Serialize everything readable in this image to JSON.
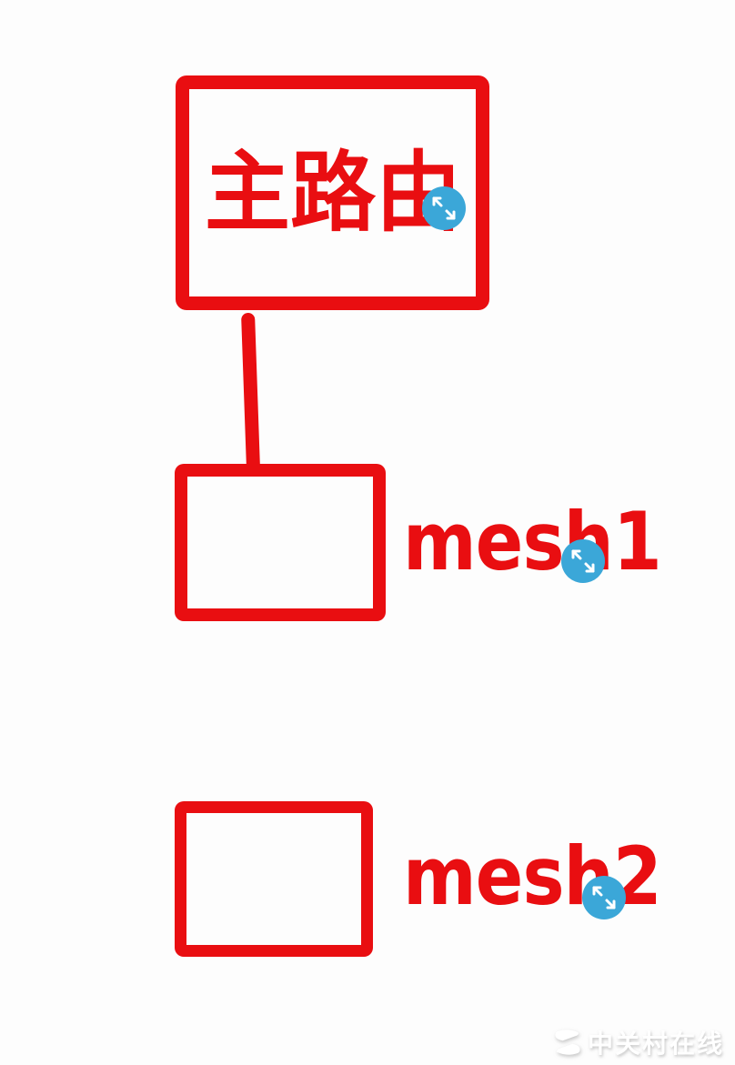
{
  "colors": {
    "canvas_bg": "#fdfdfd",
    "annotation_red": "#e90e11",
    "handle_blue": "#3ba7d8",
    "watermark_white": "#ffffff"
  },
  "nodes": {
    "main_router": {
      "label": "主路由"
    },
    "mesh1": {
      "label": "mesh1"
    },
    "mesh2": {
      "label": "mesh2"
    }
  },
  "icons": {
    "resize_handle": "↖↘",
    "watermark_logo": "zol-logo"
  },
  "watermark": {
    "text": "中关村在线"
  }
}
